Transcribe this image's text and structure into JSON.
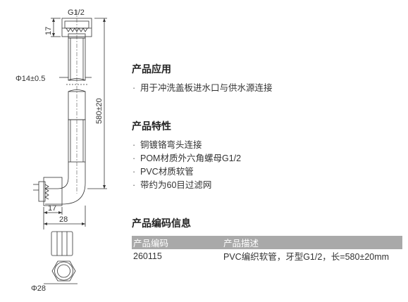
{
  "drawing": {
    "thread_label": "G1/2",
    "dim_top_nut": "17",
    "dim_diameter": "Φ14±0.5",
    "dim_length": "580±20",
    "dim_bottom_nut": "17",
    "dim_width": "28",
    "dim_nut_diameter": "Φ28"
  },
  "application": {
    "title": "产品应用",
    "items": [
      "用于冲洗盖板进水口与供水源连接"
    ]
  },
  "features": {
    "title": "产品特性",
    "items": [
      "铜镀铬弯头连接",
      "POM材质外六角螺母G1/2",
      "PVC材质软管",
      "带约为60目过滤网"
    ]
  },
  "codes": {
    "title": "产品编码信息",
    "headers": [
      "产品编码",
      "产品描述"
    ],
    "rows": [
      [
        "260115",
        "PVC编织软管，牙型G1/2，长=580±20mm"
      ]
    ]
  },
  "colors": {
    "header_bg": "#a9a9a9",
    "line": "#333333"
  }
}
